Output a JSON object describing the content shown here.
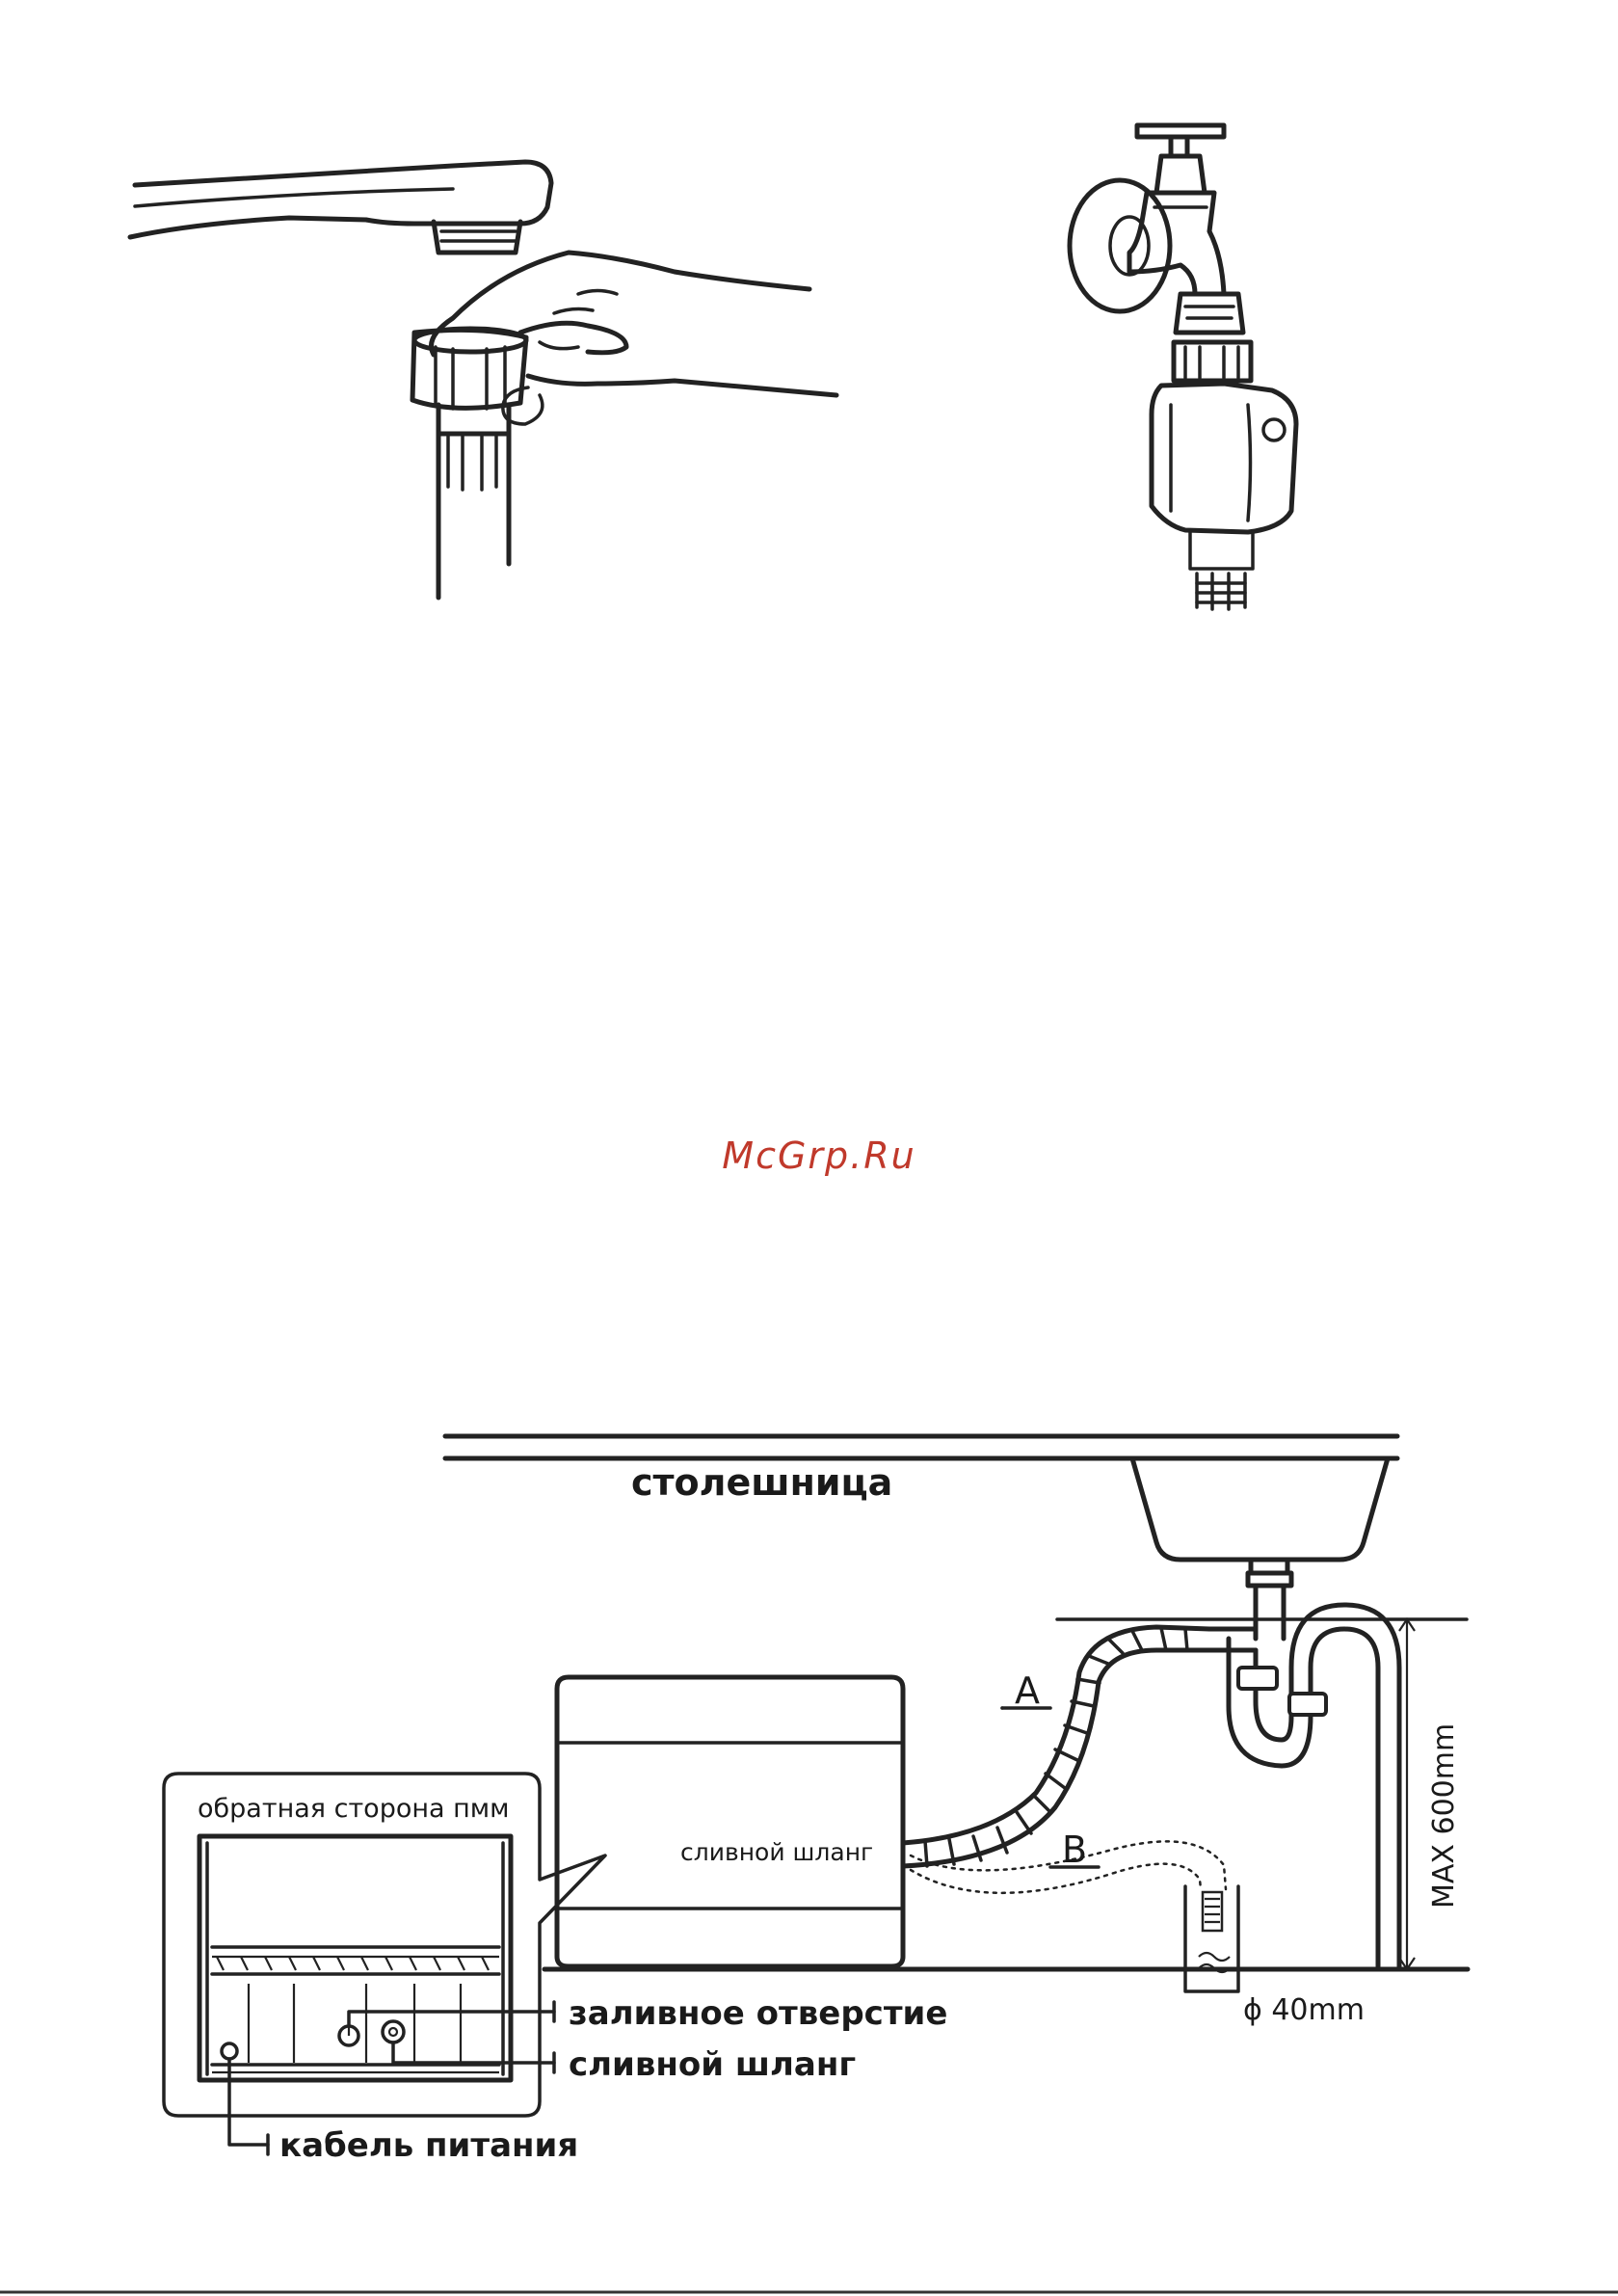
{
  "watermark": "McGrp.Ru",
  "diagram": {
    "countertop_label": "столешница",
    "drain_hose_label_on_unit": "сливной шланг",
    "hose_a_letter": "A",
    "hose_b_letter": "B",
    "max_height_label": "MAX 600mm",
    "pipe_diameter_label": "ϕ 40mm",
    "back_view_title": "обратная сторона пмм",
    "inlet_label": "заливное отверстие",
    "drain_label": "сливной шланг",
    "power_cable_label": "кабель питания"
  }
}
